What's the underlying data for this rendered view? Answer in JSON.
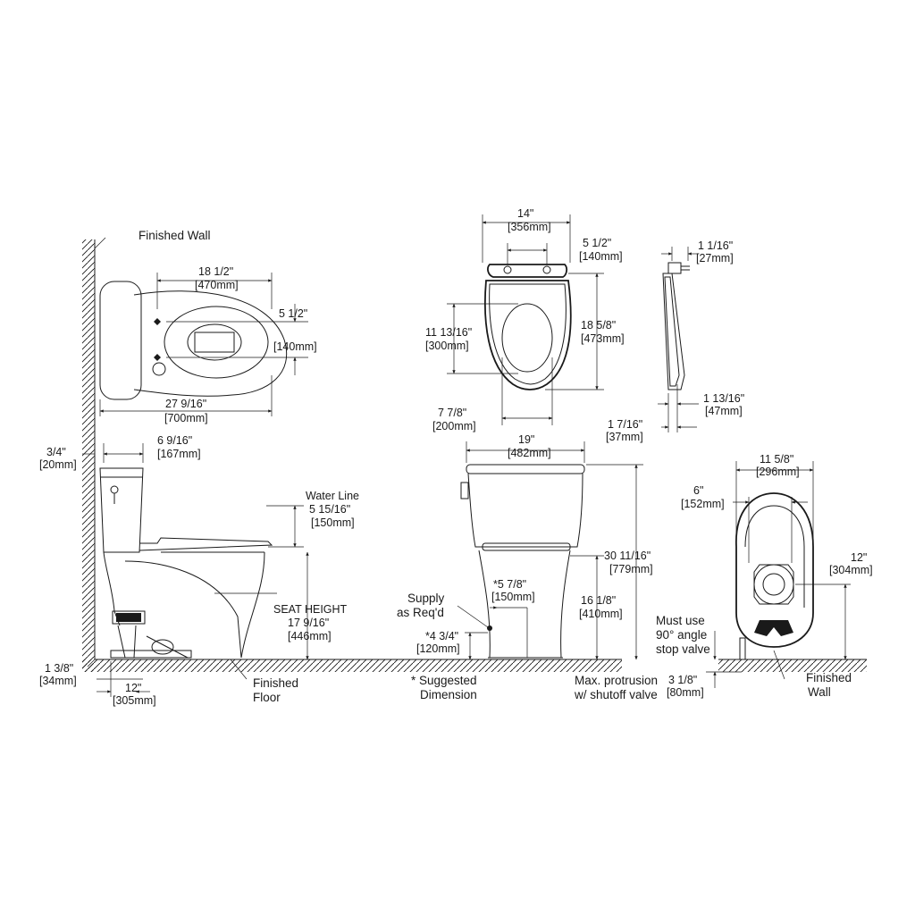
{
  "labels": {
    "finished_wall_top": "Finished Wall",
    "top_18_1_2": "18 1/2\"",
    "top_470": "[470mm]",
    "top_5_1_2": "5 1/2\"",
    "top_140": "[140mm]",
    "top_27_9_16": "27 9/16\"",
    "top_700": "[700mm]",
    "side_3_4": "3/4\"",
    "side_20": "[20mm]",
    "side_6_9_16": "6 9/16\"",
    "side_167": "[167mm]",
    "water_line": "Water Line",
    "side_5_15_16": "5 15/16\"",
    "side_150": "[150mm]",
    "seat_height": "SEAT HEIGHT",
    "side_17_9_16": "17 9/16\"",
    "side_446": "[446mm]",
    "side_1_3_8": "1 3/8\"",
    "side_34": "[34mm]",
    "side_12": "12\"",
    "side_305": "[305mm]",
    "finished_floor_1": "Finished",
    "finished_floor_2": "Floor",
    "seat_14": "14\"",
    "seat_356": "[356mm]",
    "seat_5_1_2": "5 1/2\"",
    "seat_140": "[140mm]",
    "seat_11_13_16": "11 13/16\"",
    "seat_300": "[300mm]",
    "seat_18_5_8": "18 5/8\"",
    "seat_473": "[473mm]",
    "seat_7_7_8": "7 7/8\"",
    "seat_200": "[200mm]",
    "prof_1_1_16": "1 1/16\"",
    "prof_27": "[27mm]",
    "prof_1_13_16": "1 13/16\"",
    "prof_47": "[47mm]",
    "prof_1_7_16": "1 7/16\"",
    "prof_37": "[37mm]",
    "front_19": "19\"",
    "front_482": "[482mm]",
    "front_30_11_16": "30 11/16\"",
    "front_779": "[779mm]",
    "front_16_1_8": "16 1/8\"",
    "front_410": "[410mm]",
    "supply_1": "Supply",
    "supply_2": "as Req'd",
    "front_5_7_8": "*5 7/8\"",
    "front_150": "[150mm]",
    "front_4_3_4": "*4 3/4\"",
    "front_120": "[120mm]",
    "suggested_1": "* Suggested",
    "suggested_2": "Dimension",
    "maxprot_1": "Max. protrusion",
    "maxprot_2": "w/ shutoff valve",
    "rear_11_5_8": "11 5/8\"",
    "rear_296": "[296mm]",
    "rear_6": "6\"",
    "rear_152": "[152mm]",
    "rear_12": "12\"",
    "rear_304": "[304mm]",
    "mustuse_1": "Must use",
    "mustuse_2": "90° angle",
    "mustuse_3": "stop valve",
    "rear_3_1_8": "3 1/8\"",
    "rear_80": "[80mm]",
    "finished_wall_r1": "Finished",
    "finished_wall_r2": "Wall"
  }
}
